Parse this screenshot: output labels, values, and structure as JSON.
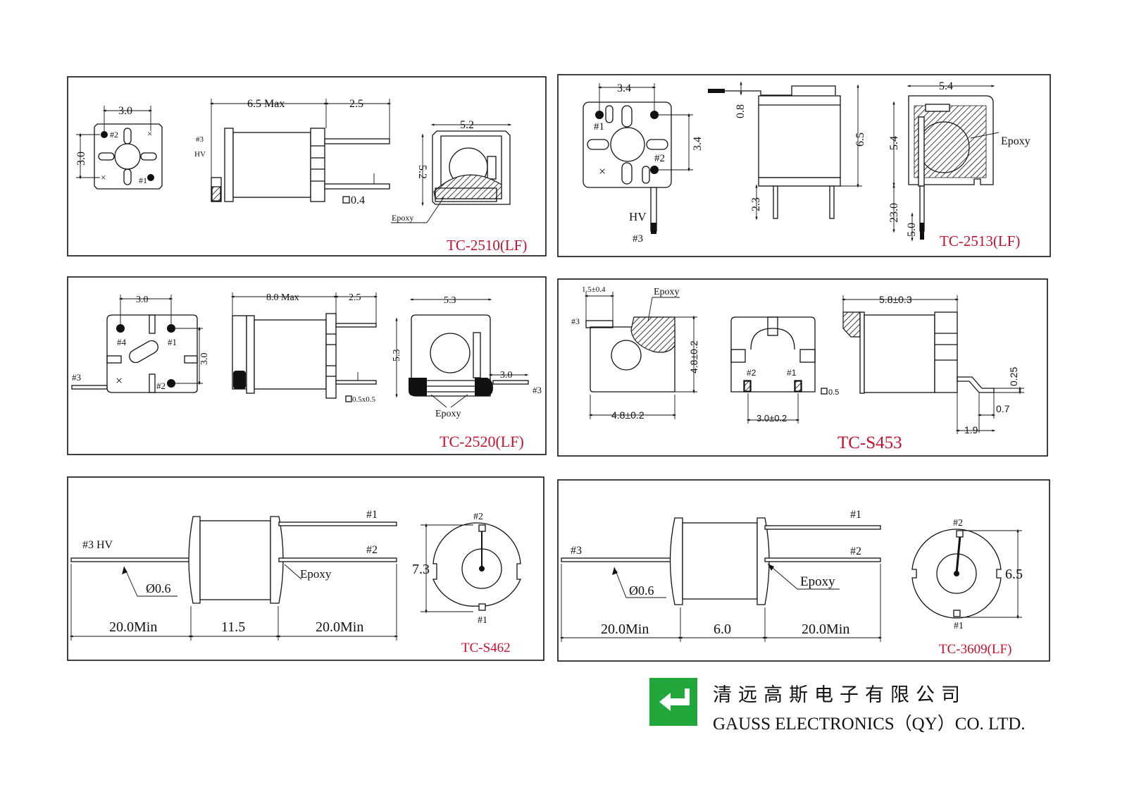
{
  "panels": {
    "p1": {
      "title": "TC-2510(LF)",
      "d_width": "3.0",
      "d_height": "3.0",
      "pin2": "2",
      "pin1": "1",
      "pin3": "3",
      "hv": "HV",
      "d_len": "6.5 Max",
      "d_pin": "2.5",
      "d_sq": "0.4",
      "d_side": "5.2",
      "d_side_v": "5.2",
      "epoxy": "Epoxy"
    },
    "p2": {
      "title": "TC-2513(LF)",
      "d_width": "3.4",
      "d_height": "3.4",
      "pin1": "1",
      "pin2": "2",
      "pin3": "3",
      "hv": "HV",
      "d_top": "0.8",
      "d_body": "6.5",
      "d_leg": "2.3",
      "d_side": "5.4",
      "d_side_v": "5.4",
      "d_lead": "23.0",
      "d_lead_end": "5.0",
      "epoxy": "Epoxy"
    },
    "p3": {
      "title": "TC-2520(LF)",
      "d_width": "3.0",
      "d_height": "3.0",
      "pin4": "4",
      "pin1": "1",
      "pin2": "2",
      "pin3": "3",
      "d_len": "8.0 Max",
      "d_pin": "2.5",
      "d_sq": "0.5x0.5",
      "d_side": "5.3",
      "d_side_v": "5.3",
      "d_lead": "3.0",
      "epoxy": "Epoxy",
      "pin3b": "3"
    },
    "p4": {
      "title": "TC-S453",
      "d_tol": "1.5±0.4",
      "epoxy": "Epoxy",
      "pin3": "3",
      "d_h": "4.8±0.2",
      "d_w": "4.8±0.2",
      "pin2": "2",
      "pin1": "1",
      "d_pitch": "3.0±0.2",
      "d_sq": "0.5",
      "d_len": "5.8±0.3",
      "d_t": "0.25",
      "d_off": "0.7",
      "d_foot": "1.9"
    },
    "p5": {
      "title": "TC-S462",
      "pin1": "1",
      "pin2": "2",
      "pin3": "3 HV",
      "dia": "Ø0.6",
      "epoxy": "Epoxy",
      "d_left": "20.0Min",
      "d_mid": "11.5",
      "d_right": "20.0Min",
      "d_od": "7.3",
      "end_pin2": "2",
      "end_pin1": "1"
    },
    "p6": {
      "title": "TC-3609(LF)",
      "pin1": "1",
      "pin2": "2",
      "pin3": "3",
      "dia": "Ø0.6",
      "epoxy": "Epoxy",
      "d_left": "20.0Min",
      "d_mid": "6.0",
      "d_right": "20.0Min",
      "d_od": "6.5",
      "end_pin2": "2",
      "end_pin1": "1"
    }
  },
  "company": {
    "name_cn": "清远高斯电子有限公司",
    "name_en": "GAUSS ELECTRONICS（QY）CO. LTD."
  },
  "colors": {
    "title_red": "#c8102e",
    "logo_green": "#22a83a"
  }
}
